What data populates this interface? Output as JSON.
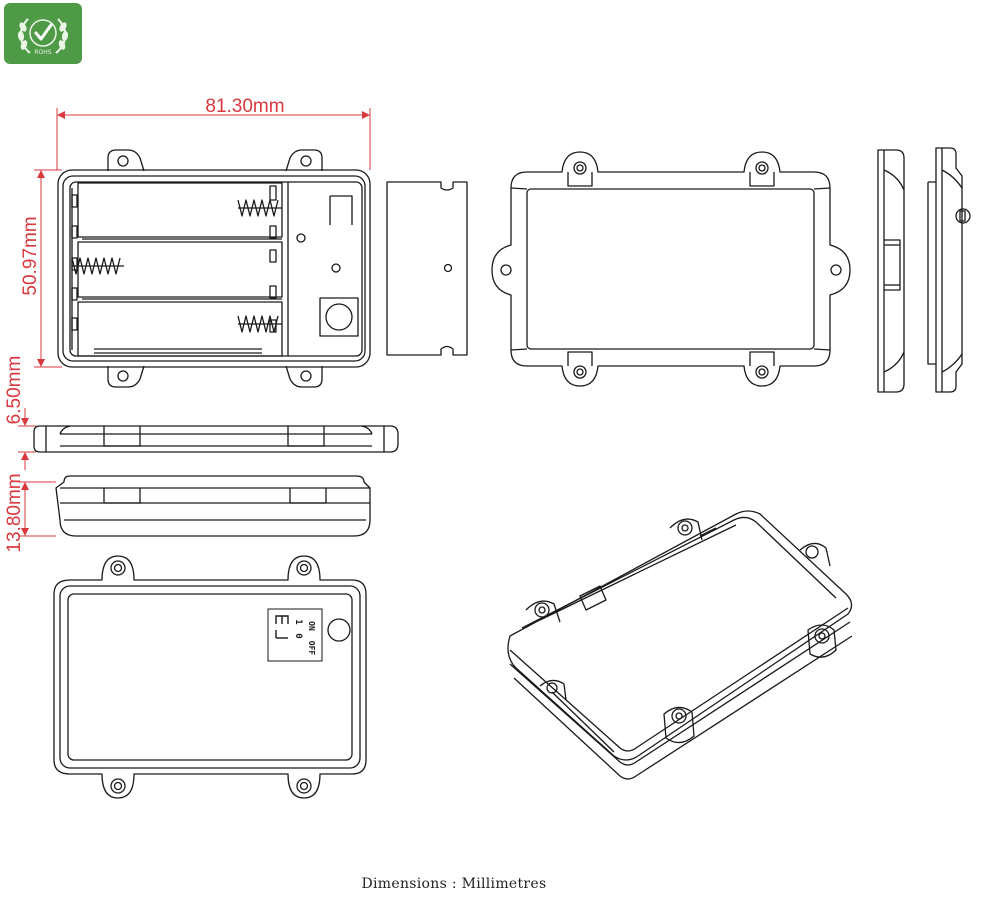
{
  "badge": {
    "text": "ROHS",
    "icon": "rohs-laurel-check-icon",
    "color": "#4f9a47"
  },
  "dimensions": {
    "width": "81.30mm",
    "height": "50.97mm",
    "lid_thickness": "6.50mm",
    "base_thickness": "13.80mm"
  },
  "switch_label": {
    "on_number": "1",
    "on_text": "ON",
    "off_number": "0",
    "off_text": "OFF"
  },
  "caption": "Dimensions : Millimetres",
  "colors": {
    "dimension": "#d9393e",
    "line": "#1a1a1a"
  }
}
